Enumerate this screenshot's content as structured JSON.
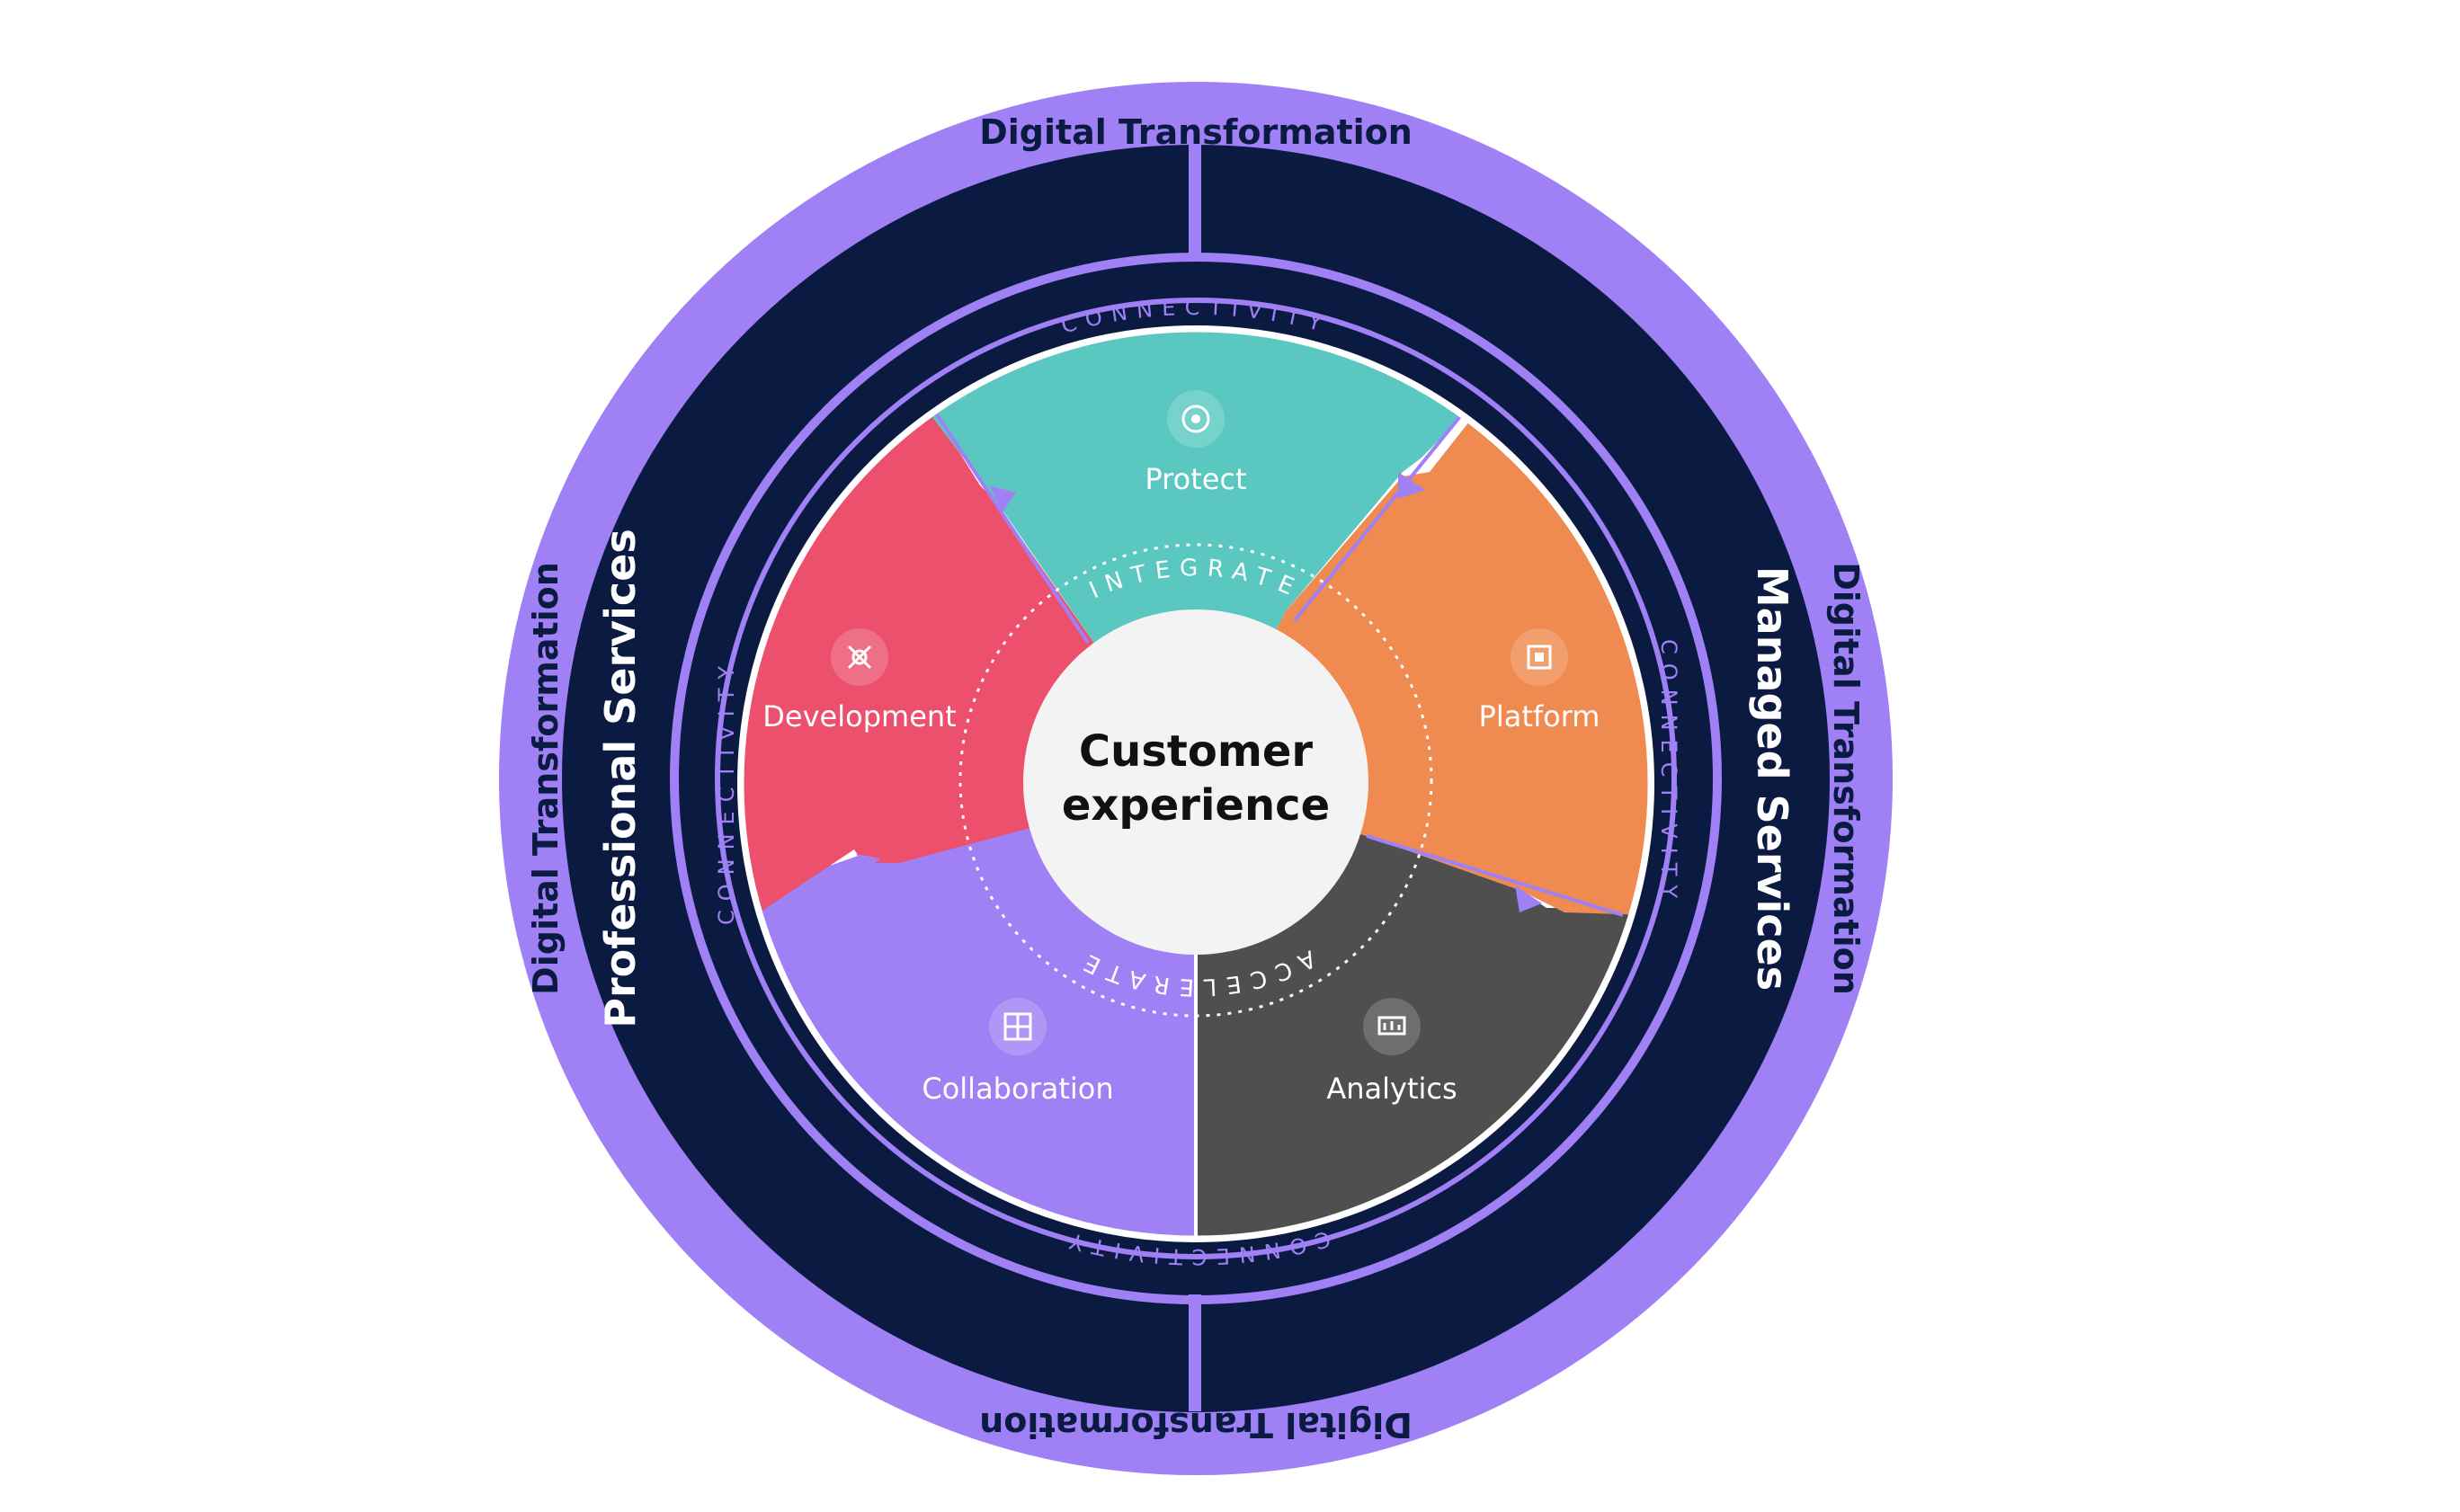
{
  "outer_ring": {
    "top_label": "Digital Transformation",
    "right_label": "Digital Transformation",
    "bottom_label": "Digital Transformation",
    "left_label": "Digital Transformation"
  },
  "service_ring": {
    "left_label": "Professional Services",
    "right_label": "Managed Services"
  },
  "connectivity_ring": {
    "top_label": "CONNECTIVITY",
    "bottom_label": "CONNECTIVITY",
    "left_label": "CONNECTIVITY",
    "right_label": "CONNECTIVITY"
  },
  "segments": [
    {
      "label": "Protect",
      "icon": "shield-gear-icon",
      "color": "#5ac8c0"
    },
    {
      "label": "Platform",
      "icon": "chip-icon",
      "color": "#ef8a50"
    },
    {
      "label": "Analytics",
      "icon": "analytics-board-icon",
      "color": "#4f4f4f"
    },
    {
      "label": "Collaboration",
      "icon": "collaboration-grid-icon",
      "color": "#9f80f5"
    },
    {
      "label": "Development",
      "icon": "development-network-icon",
      "color": "#ec506d"
    }
  ],
  "inner_ring": {
    "top_label": "INTEGRATE",
    "bottom_label": "ACCELERATE"
  },
  "center": {
    "line1": "Customer",
    "line2": "experience"
  },
  "colors": {
    "outer_purple": "#9f80f5",
    "navy": "#0a1a40",
    "center_fill": "#f3f3f3",
    "white": "#ffffff"
  }
}
